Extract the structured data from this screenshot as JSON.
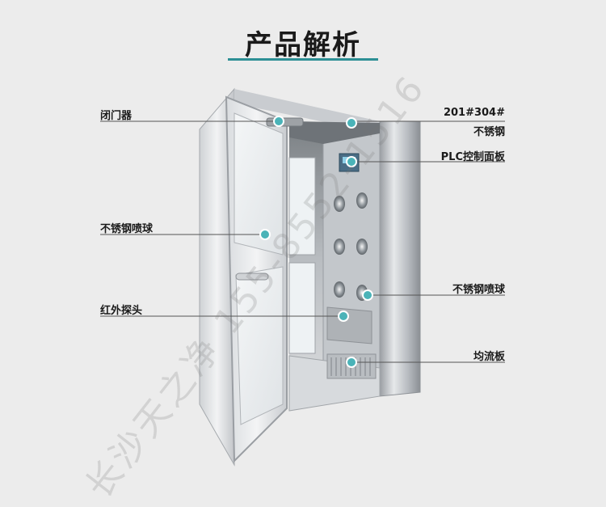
{
  "title": "产品解析",
  "watermark": "长沙天之净 155-8552-1516",
  "labels": {
    "door_closer": "闭门器",
    "material_line1": "201#304#",
    "material_line2": "不锈钢",
    "plc_panel": "PLC控制面板",
    "nozzle_left": "不锈钢喷球",
    "ir_sensor": "红外探头",
    "nozzle_right": "不锈钢喷球",
    "flow_plate": "均流板"
  },
  "colors": {
    "accent": "#2c8f94",
    "leader": "#555555",
    "dot": "#4ab3b8"
  }
}
